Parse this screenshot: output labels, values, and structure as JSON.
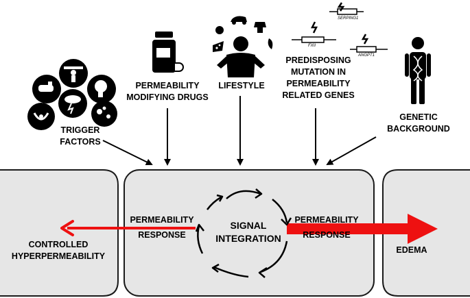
{
  "colors": {
    "box_fill": "#e6e6e6",
    "box_stroke": "#1a1a1a",
    "arrow_red": "#ee1111",
    "icon_black": "#000000"
  },
  "inputs": {
    "trigger_factors": [
      "TRIGGER",
      "FACTORS"
    ],
    "drugs": [
      "PERMEABILITY",
      "MODIFYING DRUGS"
    ],
    "lifestyle": [
      "LIFESTYLE"
    ],
    "mutation": [
      "PREDISPOSING",
      "MUTATION IN",
      "PERMEABILITY",
      "RELATED GENES"
    ],
    "genetic": [
      "GENETIC",
      "BACKGROUND"
    ]
  },
  "genes": {
    "serping1": "SERPING1",
    "fxii": "FXII",
    "angpt1": "ANGPT1"
  },
  "center": {
    "signal": [
      "SIGNAL",
      "INTEGRATION"
    ],
    "perm_left": [
      "PERMEABILITY",
      "RESPONSE"
    ],
    "perm_right": [
      "PERMEABILITY",
      "RESPONSE"
    ]
  },
  "outcomes": {
    "left": [
      "CONTROLLED",
      "HYPERPERMEABILITY"
    ],
    "right": [
      "EDEMA"
    ]
  }
}
